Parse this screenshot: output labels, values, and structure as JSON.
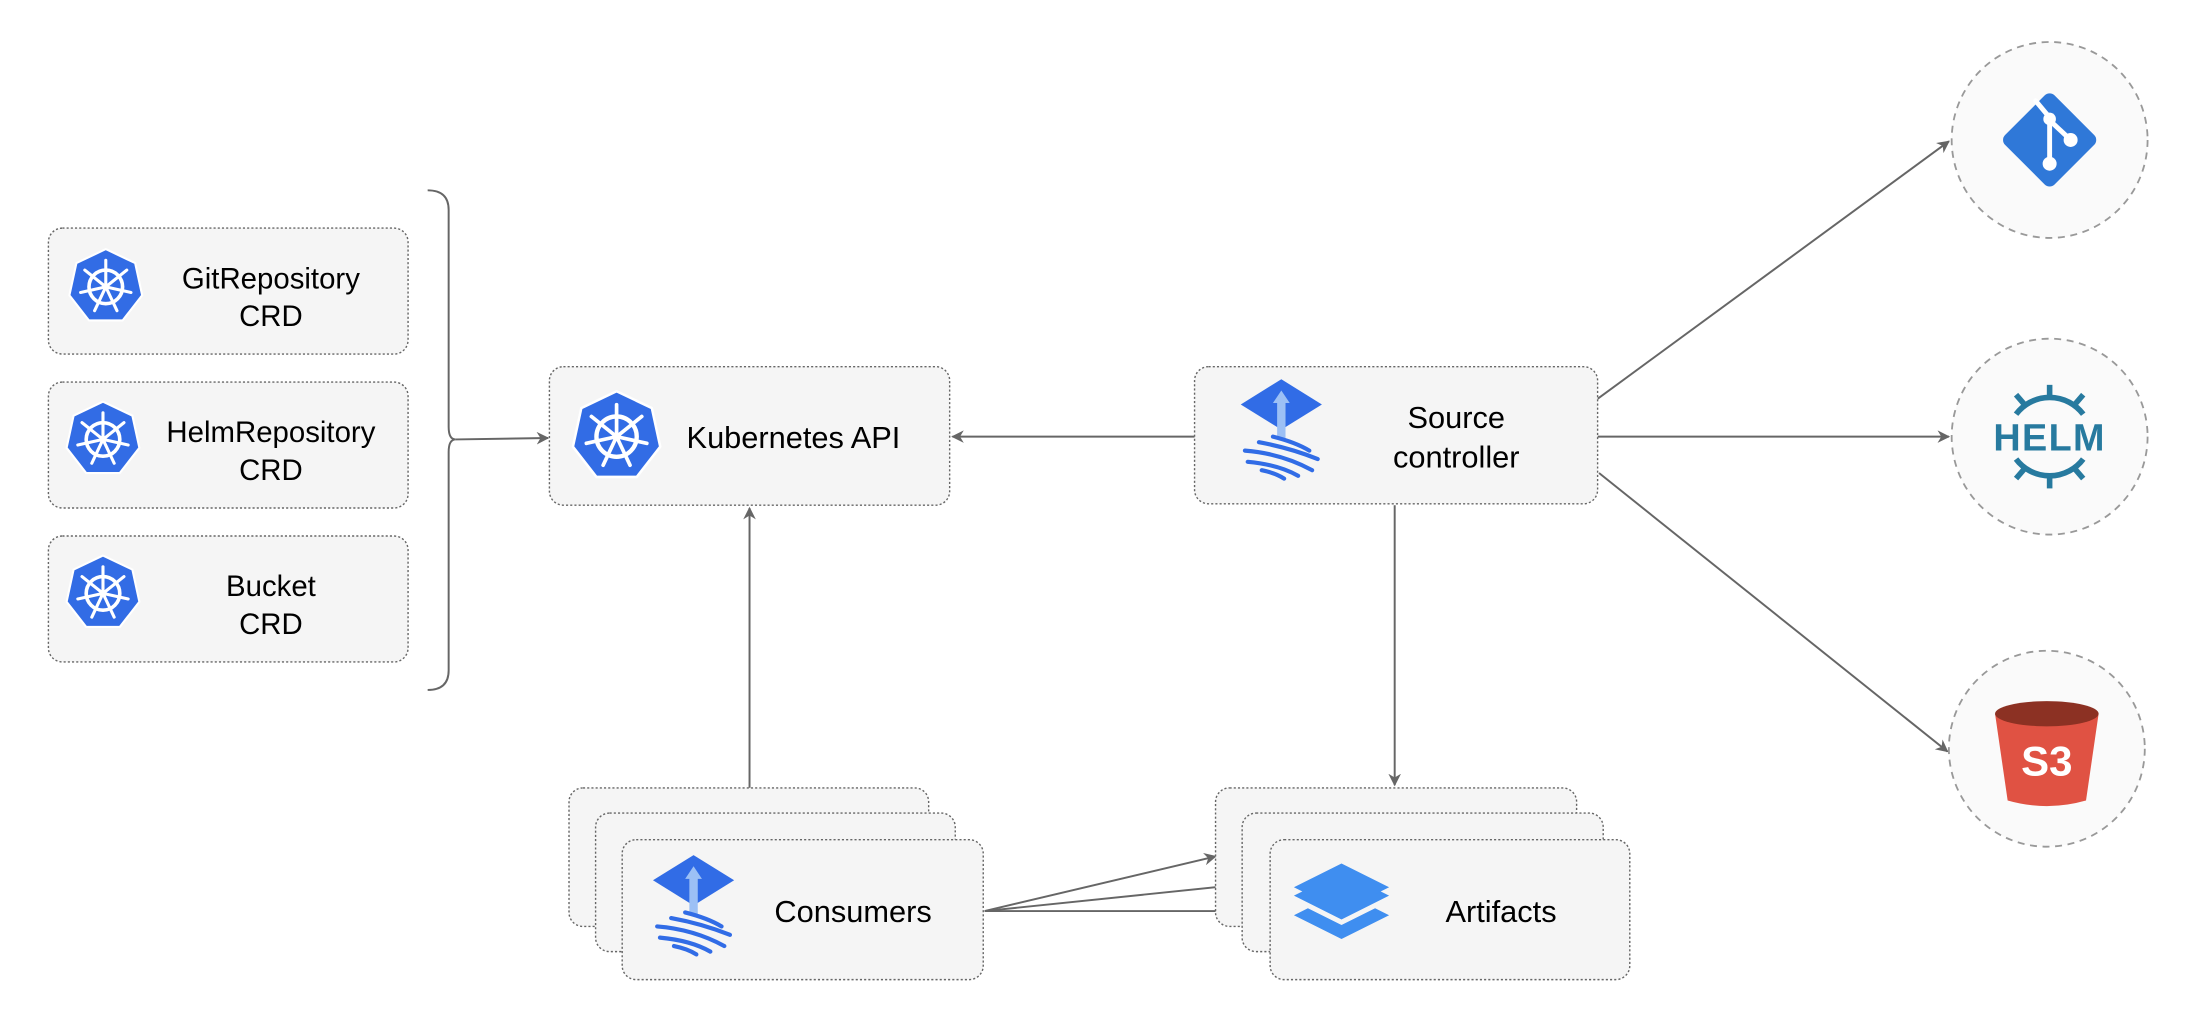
{
  "crds": [
    {
      "line1": "GitRepository",
      "line2": "CRD",
      "icon": "kubernetes-icon"
    },
    {
      "line1": "HelmRepository",
      "line2": "CRD",
      "icon": "kubernetes-icon"
    },
    {
      "line1": "Bucket",
      "line2": "CRD",
      "icon": "kubernetes-icon"
    }
  ],
  "kubernetes_api": {
    "label": "Kubernetes API",
    "icon": "kubernetes-icon"
  },
  "source_controller": {
    "line1": "Source",
    "line2": "controller",
    "icon": "flux-icon"
  },
  "consumers": {
    "label": "Consumers",
    "icon": "flux-icon"
  },
  "artifacts": {
    "label": "Artifacts",
    "icon": "layers-icon"
  },
  "sources": [
    {
      "name": "git",
      "icon": "git-icon"
    },
    {
      "name": "helm",
      "icon": "helm-icon",
      "logo_text": "HELM"
    },
    {
      "name": "s3",
      "icon": "s3-bucket-icon",
      "logo_text": "S3"
    }
  ],
  "colors": {
    "kubernetes": "#326ce5",
    "flux": "#316ce6",
    "git": "#2f78d8",
    "helm": "#277a9f",
    "s3_body": "#e05243",
    "s3_top": "#8c3123",
    "layers": "#3f8ef0"
  }
}
